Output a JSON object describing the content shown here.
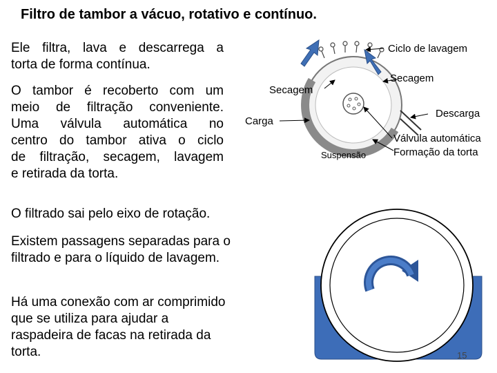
{
  "slide": {
    "title": "Filtro de tambor a vácuo, rotativo e contínuo.",
    "page_number": "15"
  },
  "text": {
    "p1_line1": "Ele filtra, lava e descarrega a",
    "p1_line2": "torta de forma contínua.",
    "p2_line1": "O tambor é recoberto com um",
    "p2_line2": "meio de filtração conveniente.",
    "p2_line3": "Uma válvula automática no",
    "p2_line4": "centro do tambor ativa o ciclo",
    "p2_line5": "de filtração, secagem, lavagem",
    "p2_line6": "e retirada da torta.",
    "p3": "O filtrado sai pelo eixo de rotação.",
    "p4": "Existem passagens separadas para o filtrado e para o líquido de lavagem.",
    "p5": "Há uma conexão com ar comprimido que se utiliza para ajudar a raspadeira de facas na retirada da torta."
  },
  "diagram_labels": {
    "ciclo_lavagem": "Ciclo de lavagem",
    "secagem_right": "Secagem",
    "secagem_left": "Secagem",
    "carga": "Carga",
    "descarga": "Descarga",
    "valvula": "Válvula automática",
    "formacao": "Formação da torta",
    "suspensao": "Suspensão"
  },
  "icons": {
    "wash_arrows": "blue-arrow-icon",
    "rotation": "rotation-arrow-icon"
  },
  "colors": {
    "accent_blue": "#3f6fb5",
    "liquid_blue": "#3d6db8",
    "drum_gray": "#9a9a9a"
  }
}
